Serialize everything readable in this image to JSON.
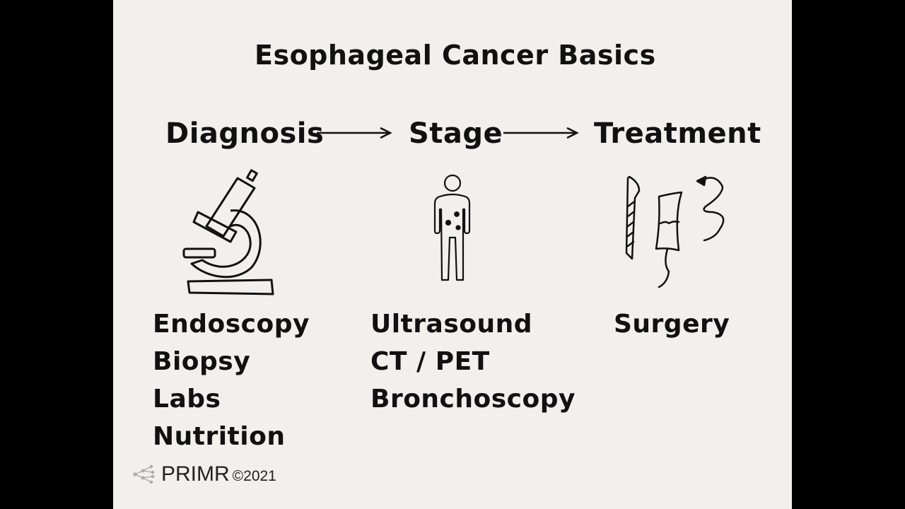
{
  "slide": {
    "title": "Esophageal Cancer Basics",
    "steps": [
      {
        "label": "Diagnosis",
        "icon": "microscope-icon",
        "items": [
          "Endoscopy",
          "Biopsy",
          "Labs",
          "Nutrition"
        ]
      },
      {
        "label": "Stage",
        "icon": "human-body-icon",
        "items": [
          "Ultrasound",
          "CT / PET",
          "Bronchoscopy"
        ]
      },
      {
        "label": "Treatment",
        "icon": "surgery-tools-icon",
        "items": [
          "Surgery"
        ]
      }
    ],
    "colors": {
      "background": "#f1f0ec",
      "ink": "#111111",
      "frame": "#000000"
    }
  },
  "footer": {
    "brand": "PRIMR",
    "copyright": "©2021"
  }
}
